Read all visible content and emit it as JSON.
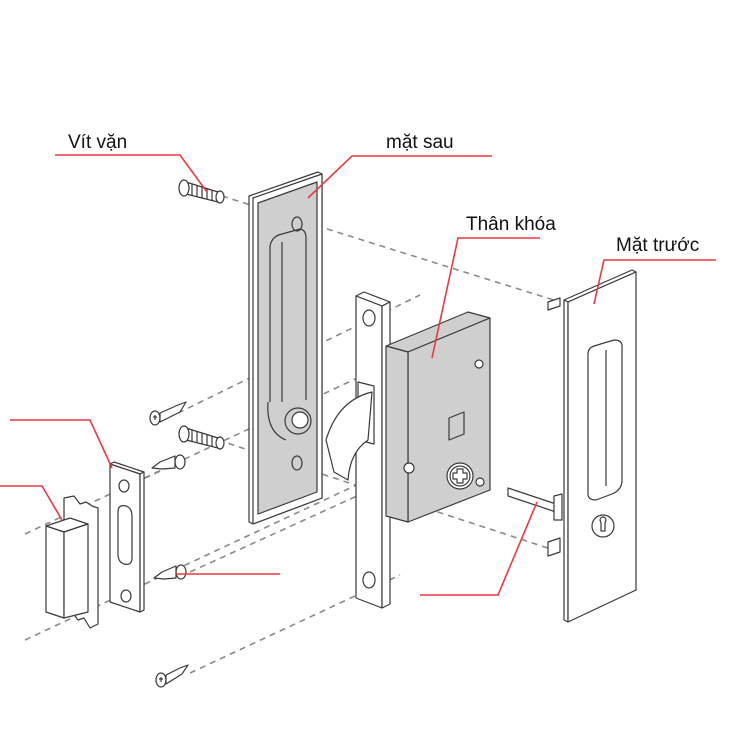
{
  "diagram": {
    "title": "Exploded view of sliding door lock",
    "leader_color": "#e8393f",
    "body_fill": "#cfcfcf",
    "outline_color": "#3a3a3a",
    "labels": {
      "screw": "Vít vặn",
      "back_plate": "mặt sau",
      "lock_body": "Thân khóa",
      "front_plate": "Mặt trước"
    },
    "components": [
      {
        "id": "screw",
        "label": "Vít vặn"
      },
      {
        "id": "back_plate",
        "label": "mặt sau"
      },
      {
        "id": "lock_body",
        "label": "Thân khóa"
      },
      {
        "id": "front_plate",
        "label": "Mặt trước"
      },
      {
        "id": "strike_plate",
        "label": ""
      },
      {
        "id": "latch_box",
        "label": ""
      },
      {
        "id": "wood_screw",
        "label": ""
      },
      {
        "id": "spindle_pin",
        "label": ""
      }
    ]
  }
}
